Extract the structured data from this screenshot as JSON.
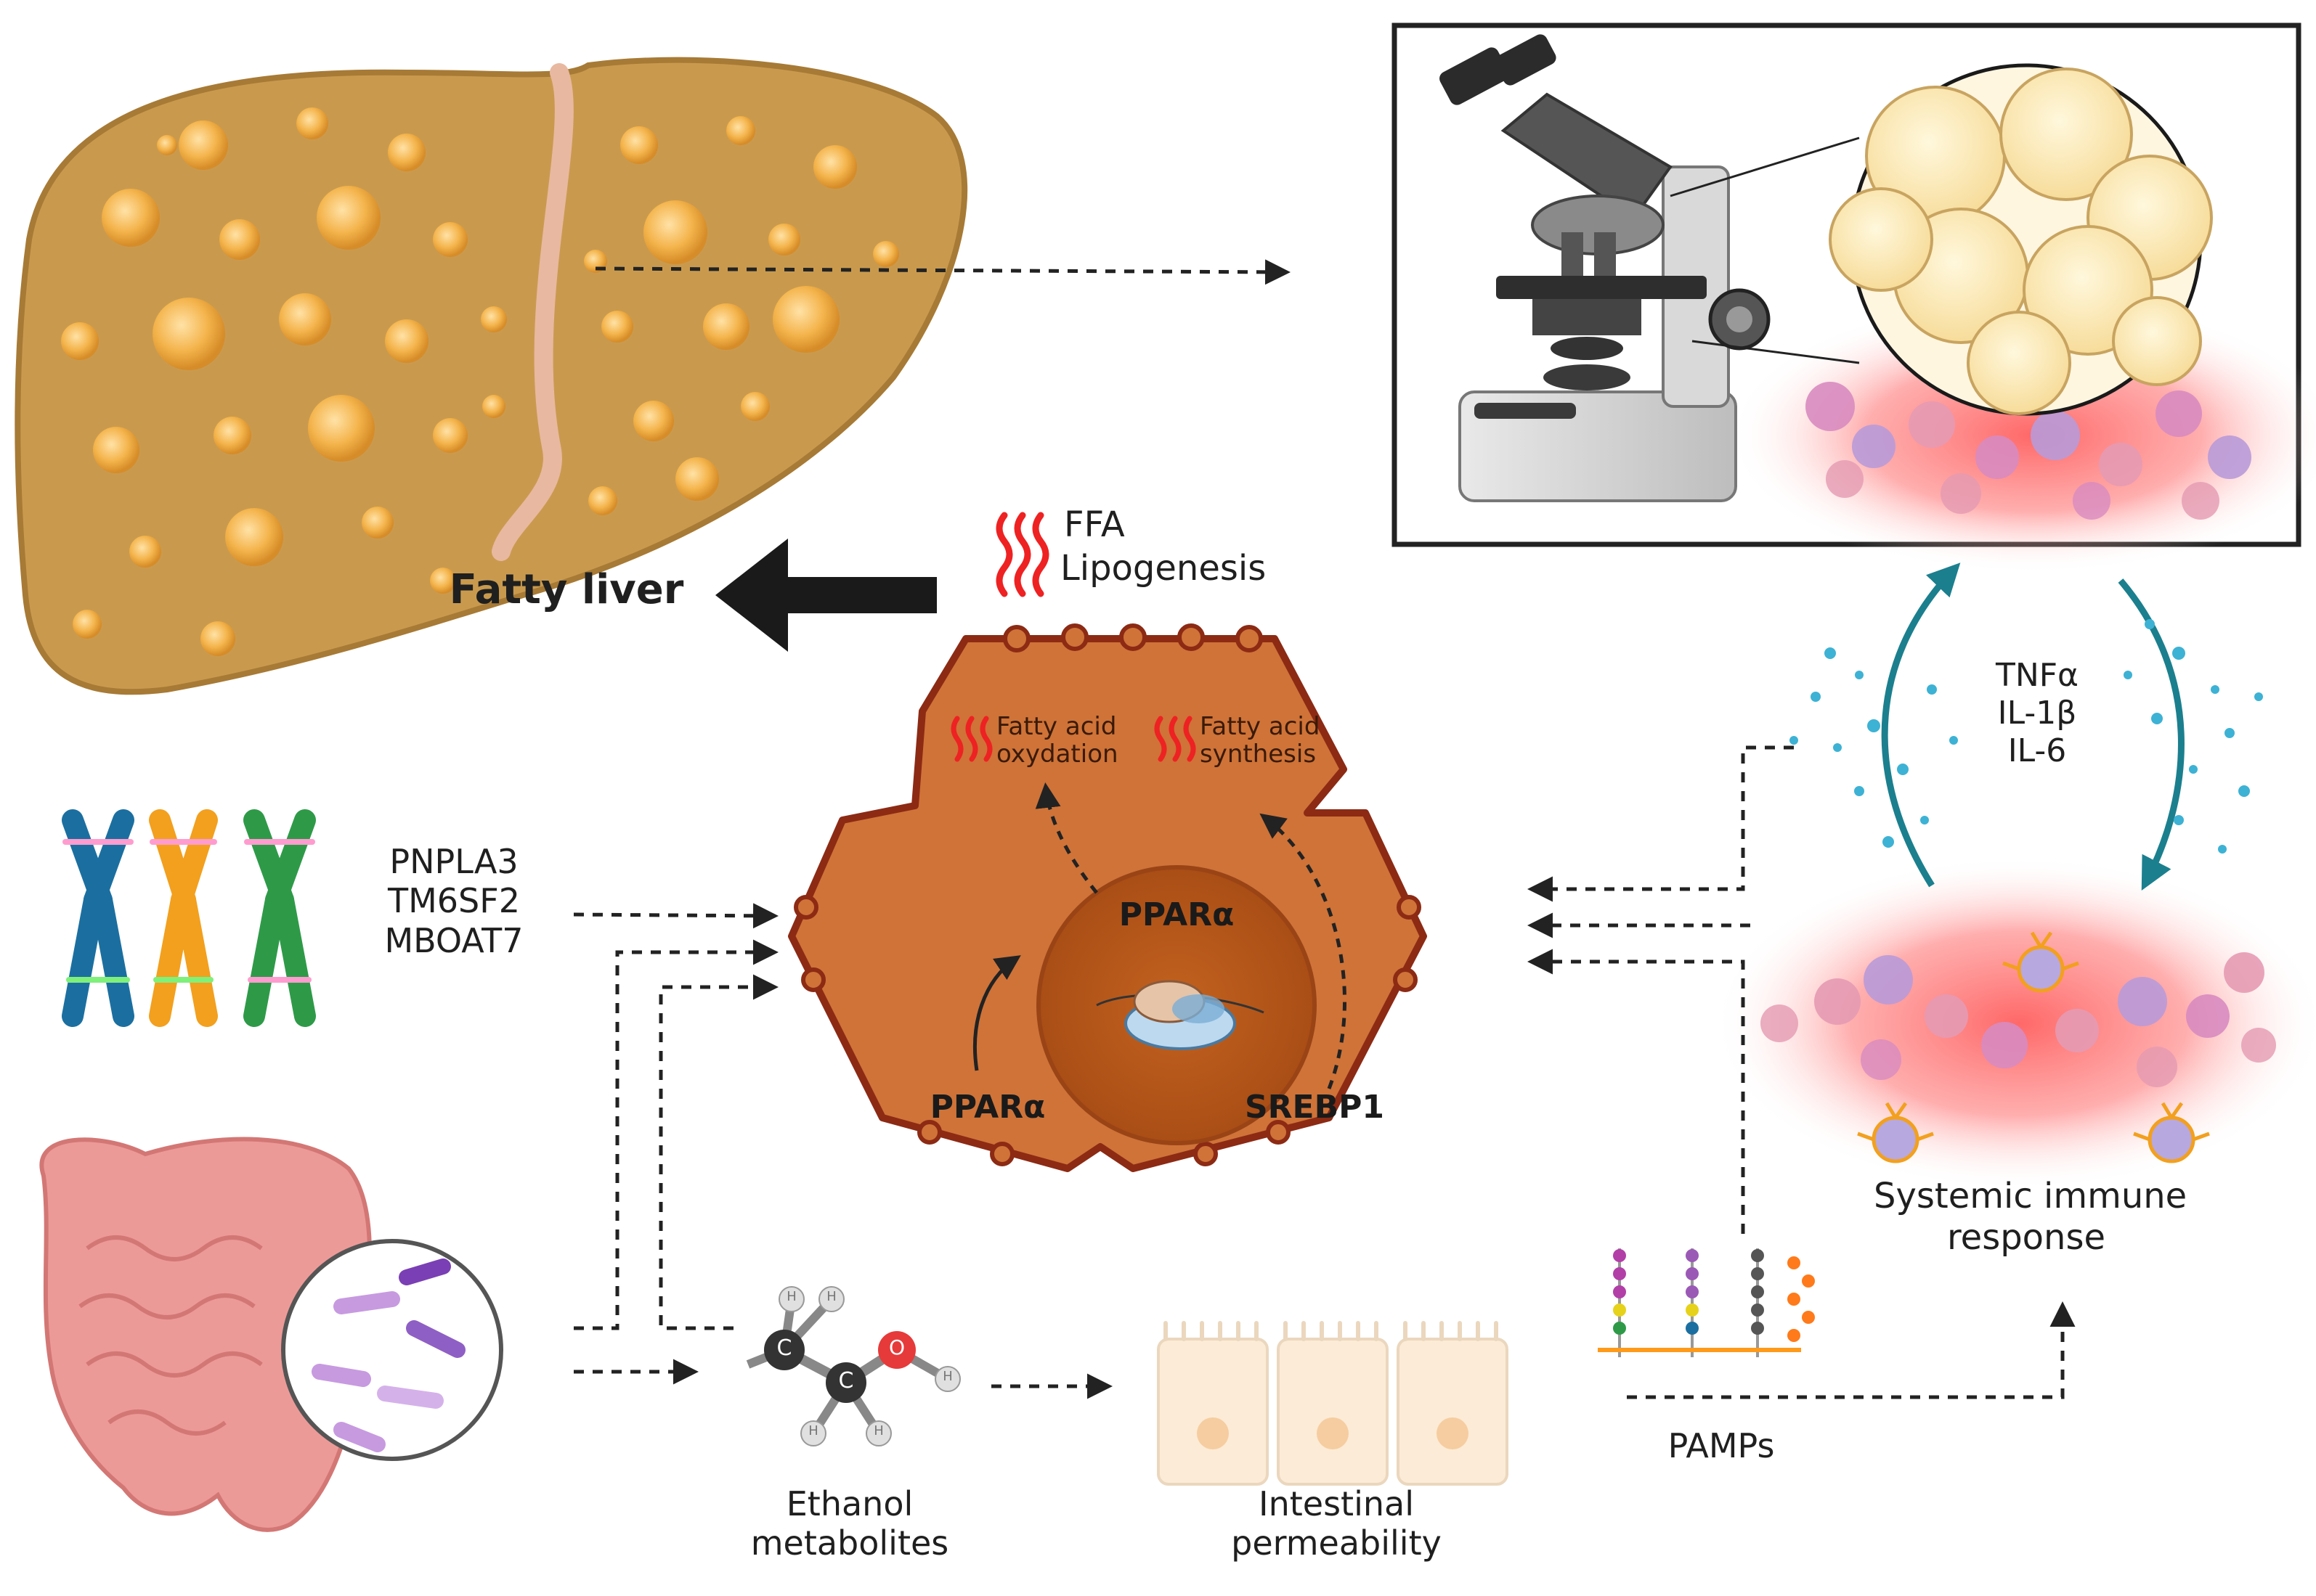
{
  "labels": {
    "fatty_liver": "Fatty liver",
    "ffa": "FFA",
    "lipogenesis": "Lipogenesis",
    "fatty_acid_oxidation": [
      "Fatty acid",
      "oxydation"
    ],
    "fatty_acid_synthesis": [
      "Fatty acid",
      "synthesis"
    ],
    "ppar_nucleus": "PPARα",
    "ppar_cytoplasm": "PPARα",
    "srebp1": "SREBP1",
    "genes": [
      "PNPLA3",
      "TM6SF2",
      "MBOAT7"
    ],
    "cytokines": [
      "TNFα",
      "IL-1β",
      "IL-6"
    ],
    "systemic_immune": [
      "Systemic immune",
      "response"
    ],
    "pamps": "PAMPs",
    "ethanol": [
      "Ethanol",
      "metabolites"
    ],
    "intestinal": [
      "Intestinal",
      "permeability"
    ],
    "atom_h": "H",
    "atom_c": "C",
    "atom_o": "O"
  },
  "colors": {
    "liver": "#c99a4e",
    "liver_edge": "#a77a35",
    "fat_droplet": "#f4b44c",
    "hepatocyte": "#cf7338",
    "hepatocyte_edge": "#8c2a14",
    "nucleus": "#b8581f",
    "inflammation": "#ff6b6b",
    "chromosome_blue": "#1b6fa0",
    "chromosome_orange": "#f2a01e",
    "chromosome_green": "#2e9a48",
    "intestine": "#ec9a98",
    "cytokine_dot": "#3db2d4",
    "arrow_teal": "#1b7f8e",
    "heat_red": "#ee2222"
  }
}
